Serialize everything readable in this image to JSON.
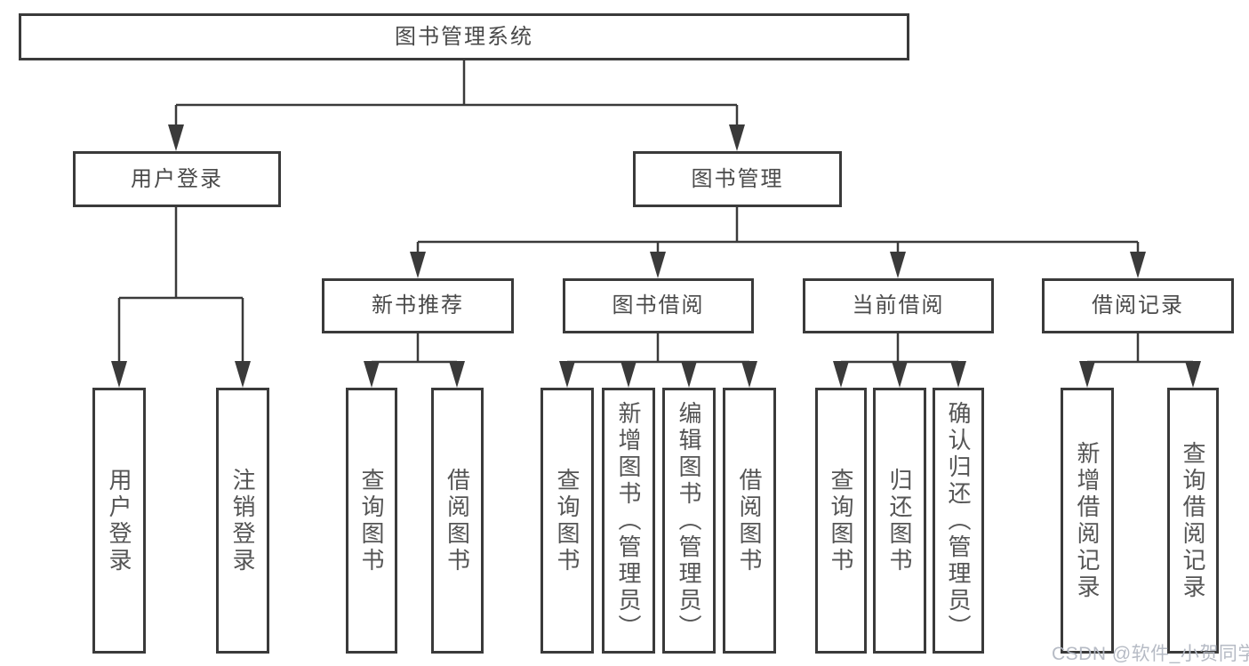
{
  "diagram": {
    "root": {
      "label": "图书管理系统"
    },
    "branches": [
      {
        "label": "用户登录",
        "children": [
          "用户登录",
          "注销登录"
        ]
      },
      {
        "label": "图书管理",
        "children": [
          {
            "label": "新书推荐",
            "children": [
              "查询图书",
              "借阅图书"
            ]
          },
          {
            "label": "图书借阅",
            "children": [
              "查询图书",
              "新增图书（管理员）",
              "编辑图书（管理员）",
              "借阅图书"
            ]
          },
          {
            "label": "当前借阅",
            "children": [
              "查询图书",
              "归还图书",
              "确认归还（管理员）"
            ]
          },
          {
            "label": "借阅记录",
            "children": [
              "新增借阅记录",
              "查询借阅记录"
            ]
          }
        ]
      }
    ]
  },
  "watermark": {
    "text": "CSDN @软件_小贺同学"
  },
  "colors": {
    "line": "#3a3a3a",
    "box_border": "#3a3a3a",
    "label_text": "#4a4a4a",
    "leaf_text": "#555555",
    "watermark": "#b3b8c2",
    "background": "#ffffff"
  }
}
